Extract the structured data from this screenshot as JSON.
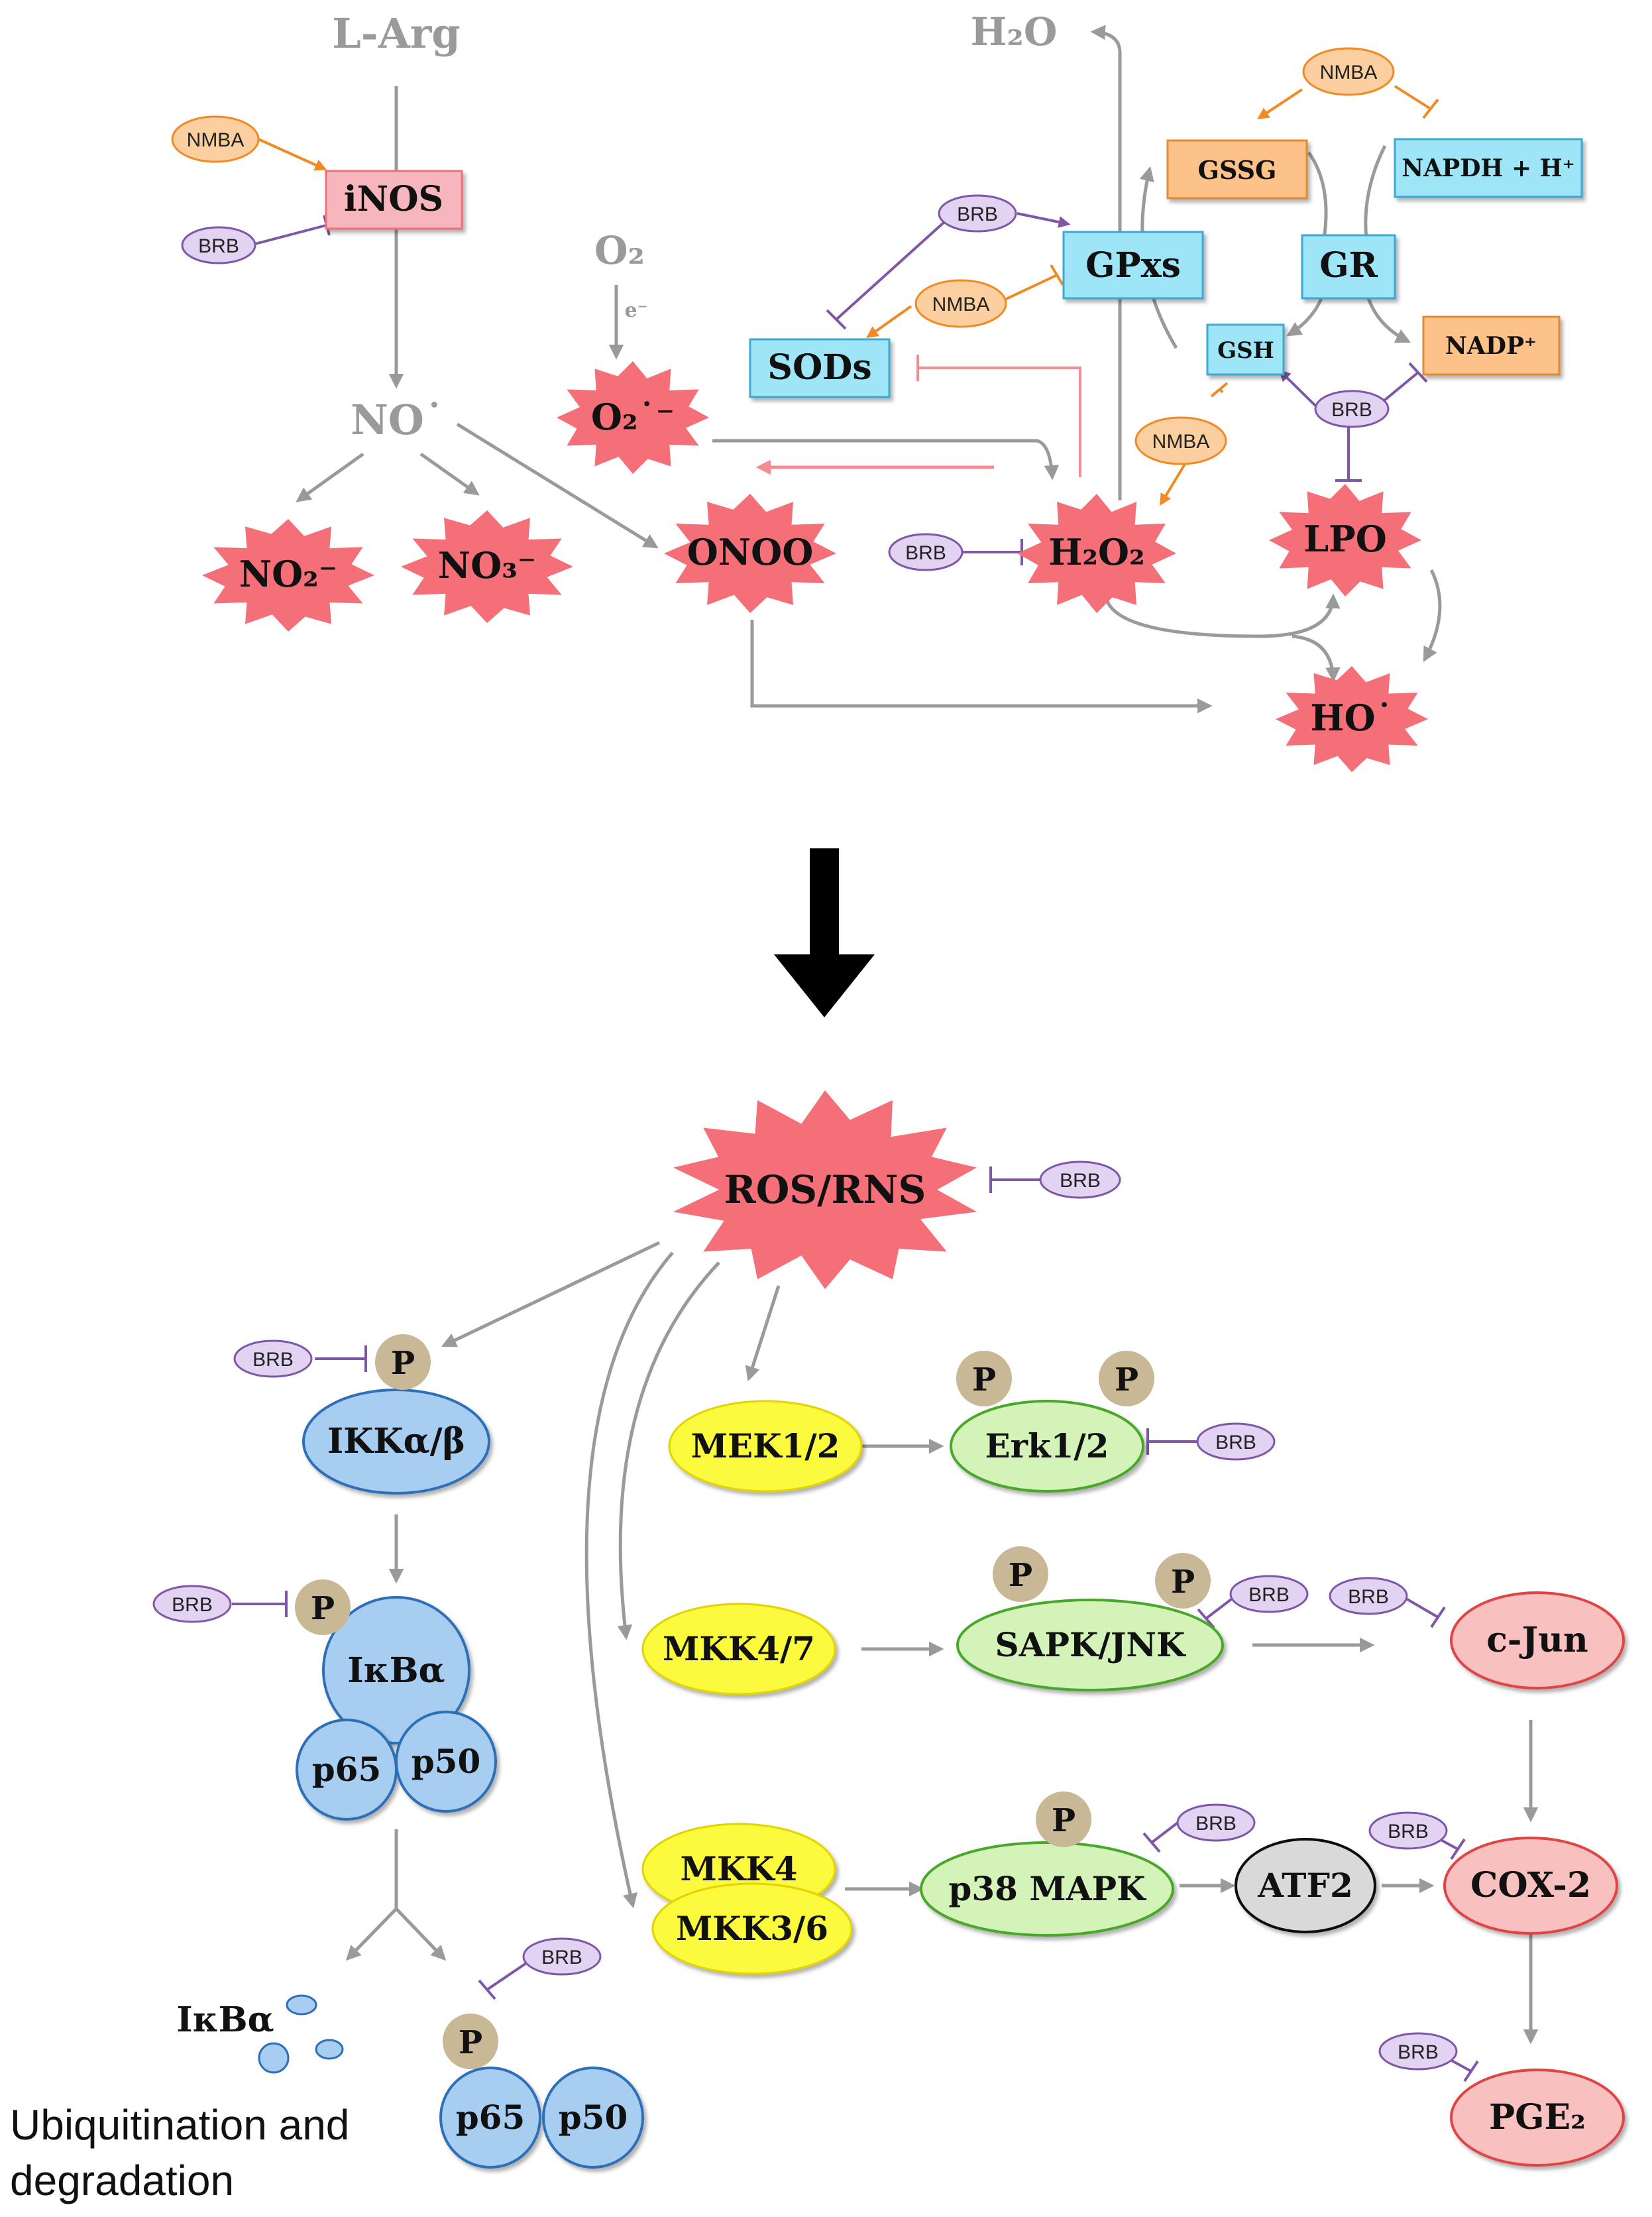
{
  "colors": {
    "grey_arrow": "#9a9a9a",
    "brb_line": "#7f56a8",
    "brb_fill": "#e2d3f2",
    "nmba_line": "#f08a24",
    "nmba_fill": "#fbcf9f",
    "pink_box": "#f7b5bd",
    "pink_inhibit": "#f58c92",
    "cyan_box": "#9ee6f7",
    "orange_box": "#fcc289",
    "burst": "#f46f78",
    "blue_protein": "#a7cdf1",
    "yellow_kinase": "#fbfa3d",
    "green_kinase": "#d4f3b8",
    "red_target": "#f9c0c0",
    "phospho": "#c9b896",
    "atf2": "#d9d9d9"
  },
  "top": {
    "l_arg": "L-Arg",
    "inos": "iNOS",
    "no_radical": "NO˙",
    "no2": "NO₂⁻",
    "no3": "NO₃⁻",
    "onoo": "ONOO",
    "o2": "O₂",
    "electron": "e⁻",
    "superoxide": "O₂˙⁻",
    "h2o2": "H₂O₂",
    "h2o": "H₂O",
    "sods": "SODs",
    "gpxs": "GPxs",
    "gssg": "GSSG",
    "napdh": "NAPDH + H⁺",
    "gr": "GR",
    "gsh": "GSH",
    "nadp": "NADP⁺",
    "lpo": "LPO",
    "ho_radical": "HO˙"
  },
  "bottom": {
    "ros_rns": "ROS/RNS",
    "ikk": "IKKα/β",
    "ikba": "IκBα",
    "p65": "p65",
    "p50": "p50",
    "ikba_degraded": "IκBα",
    "ubiquitination_line1": "Ubiquitination and",
    "ubiquitination_line2": "degradation",
    "mek12": "MEK1/2",
    "erk12": "Erk1/2",
    "mkk47": "MKK4/7",
    "sapk_jnk": "SAPK/JNK",
    "c_jun": "c-Jun",
    "mkk4": "MKK4",
    "mkk36": "MKK3/6",
    "p38": "p38 MAPK",
    "atf2": "ATF2",
    "cox2": "COX-2",
    "pge2": "PGE₂"
  },
  "tags": {
    "brb": "BRB",
    "nmba": "NMBA",
    "phospho": "P"
  }
}
